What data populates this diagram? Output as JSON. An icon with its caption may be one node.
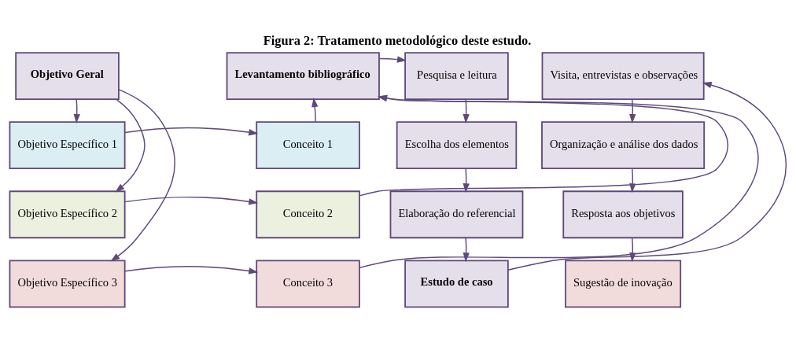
{
  "diagram": {
    "title": "Figura 2: Tratamento metodológico deste estudo.",
    "nodes": [
      {
        "text": [
          "Objetivo Geral"
        ]
      },
      {
        "text": [
          "Levantamento bibliográfico"
        ]
      },
      {
        "text": [
          "Pesquisa e leitura"
        ]
      },
      {
        "text": [
          "Visita, entrevistas e observações"
        ]
      },
      {
        "text": [
          "Objetivo Específico 1"
        ]
      },
      {
        "text": [
          "Conceito 1"
        ]
      },
      {
        "text": [
          "Escolha dos elementos"
        ]
      },
      {
        "text": [
          "Organização e análise dos dados"
        ]
      },
      {
        "text": [
          "Objetivo Específico 2"
        ]
      },
      {
        "text": [
          "Conceito 2"
        ]
      },
      {
        "text": [
          "Elaboração do referencial"
        ]
      },
      {
        "text": [
          "Resposta aos objetivos"
        ]
      },
      {
        "text": [
          "Objetivo Específico 3"
        ]
      },
      {
        "text": [
          "Conceito 3"
        ]
      },
      {
        "text": [
          "Estudo de caso"
        ]
      },
      {
        "text": [
          "Sugestão de inovação"
        ]
      }
    ],
    "edges": [
      {
        "from": 0,
        "to": 4,
        "arrow": "to"
      },
      {
        "from": 0,
        "to": 8,
        "arrow": "to"
      },
      {
        "from": 0,
        "to": 12,
        "arrow": "to"
      },
      {
        "from": 4,
        "to": 5,
        "arrow": "to"
      },
      {
        "from": 8,
        "to": 9,
        "arrow": "to"
      },
      {
        "from": 12,
        "to": 13,
        "arrow": "to"
      },
      {
        "from": 5,
        "to": 1,
        "arrow": "to"
      },
      {
        "from": 9,
        "to": 1,
        "arrow": "to"
      },
      {
        "from": 13,
        "to": 1,
        "arrow": "to"
      },
      {
        "from": 1,
        "to": 2,
        "arrow": "to"
      },
      {
        "from": 2,
        "to": 6,
        "arrow": "to"
      },
      {
        "from": 6,
        "to": 10,
        "arrow": "to"
      },
      {
        "from": 10,
        "to": 14,
        "arrow": "to"
      },
      {
        "from": 14,
        "to": 3,
        "arrow": "to"
      },
      {
        "from": 3,
        "to": 7,
        "arrow": "to"
      },
      {
        "from": 7,
        "to": 11,
        "arrow": "to"
      },
      {
        "from": 11,
        "to": 15,
        "arrow": "to"
      }
    ]
  }
}
